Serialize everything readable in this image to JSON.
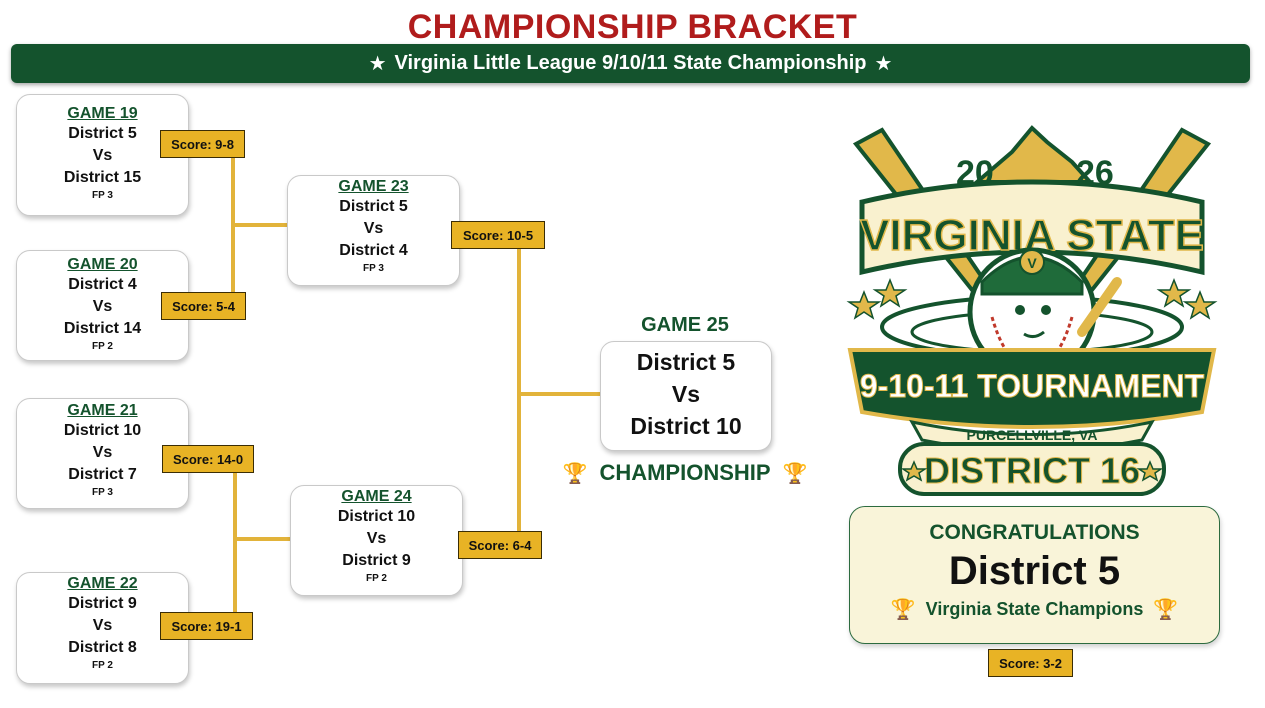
{
  "header": {
    "title": "CHAMPIONSHIP BRACKET",
    "subtitle": "Virginia Little League 9/10/11 State Championship",
    "star_icon": "star-icon"
  },
  "round1": [
    {
      "game": "GAME 19",
      "team1": "District 5",
      "vs": "Vs",
      "team2": "District 15",
      "fp": "FP 3",
      "score": "Score: 9-8"
    },
    {
      "game": "GAME 20",
      "team1": "District 4",
      "vs": "Vs",
      "team2": "District 14",
      "fp": "FP 2",
      "score": "Score: 5-4"
    },
    {
      "game": "GAME 21",
      "team1": "District 10",
      "vs": "Vs",
      "team2": "District 7",
      "fp": "FP 3",
      "score": "Score: 14-0"
    },
    {
      "game": "GAME 22",
      "team1": "District 9",
      "vs": "Vs",
      "team2": "District 8",
      "fp": "FP 2",
      "score": "Score: 19-1"
    }
  ],
  "round2": [
    {
      "game": "GAME 23",
      "team1": "District 5",
      "vs": "Vs",
      "team2": "District 4",
      "fp": "FP 3",
      "score": "Score: 10-5"
    },
    {
      "game": "GAME 24",
      "team1": "District 10",
      "vs": "Vs",
      "team2": "District 9",
      "fp": "FP 2",
      "score": "Score: 6-4"
    }
  ],
  "final": {
    "game": "GAME 25",
    "team1": "District 5",
    "vs": "Vs",
    "team2": "District 10",
    "label": "CHAMPIONSHIP",
    "score": "Score: 3-2",
    "trophy_icon": "trophy-icon"
  },
  "logo": {
    "year_left": "20",
    "year_right": "26",
    "state": "VIRGINIA STATE",
    "tournament": "9-10-11 TOURNAMENT",
    "location": "PURCELLVILLE, VA",
    "district": "DISTRICT 16",
    "cap_letter": "V"
  },
  "congrats": {
    "title": "CONGRATULATIONS",
    "winner": "District 5",
    "subtitle": "Virginia State Champions"
  },
  "colors": {
    "title_red": "#b01c1c",
    "banner_green": "#14532d",
    "score_gold": "#e8b325",
    "connector_gold": "#e2b33a",
    "congrats_bg": "#f9f4d9"
  }
}
